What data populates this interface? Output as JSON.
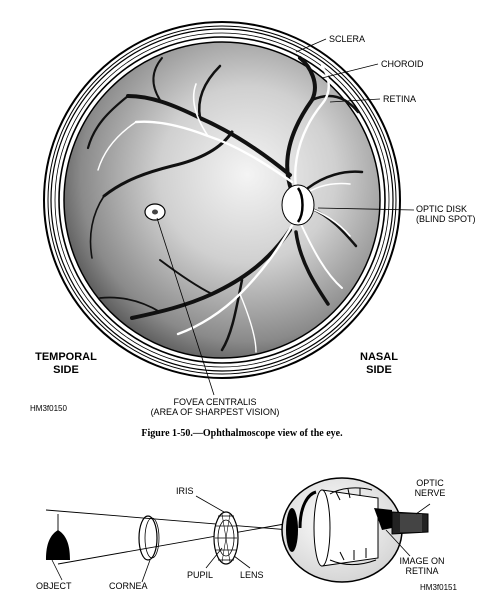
{
  "figure1": {
    "labels": {
      "sclera": "SCLERA",
      "choroid": "CHOROID",
      "retina": "RETINA",
      "optic_disk_line1": "OPTIC DISK",
      "optic_disk_line2": "(BLIND SPOT)",
      "temporal_line1": "TEMPORAL",
      "temporal_line2": "SIDE",
      "nasal_line1": "NASAL",
      "nasal_line2": "SIDE",
      "fovea_line1": "FOVEA CENTRALIS",
      "fovea_line2": "(AREA OF SHARPEST VISION)"
    },
    "code": "HM3f0150",
    "caption": "Figure 1-50.—Ophthalmoscope view of the eye."
  },
  "figure2": {
    "labels": {
      "iris": "IRIS",
      "optic_nerve_line1": "OPTIC",
      "optic_nerve_line2": "NERVE",
      "object": "OBJECT",
      "cornea": "CORNEA",
      "pupil": "PUPIL",
      "lens": "LENS",
      "image_line1": "IMAGE ON",
      "image_line2": "RETINA"
    },
    "code": "HM3f0151"
  }
}
